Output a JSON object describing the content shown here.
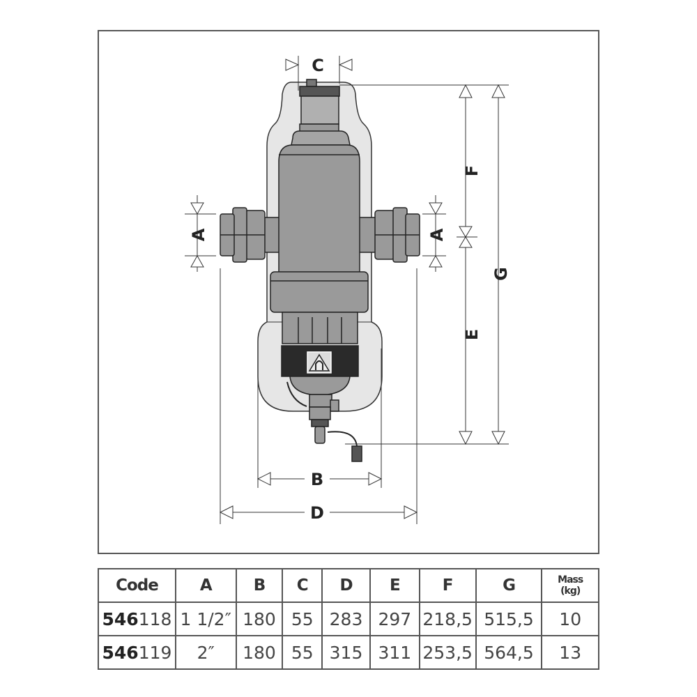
{
  "diagram": {
    "dimension_labels": {
      "A_left": "A",
      "A_right": "A",
      "B": "B",
      "C": "C",
      "D": "D",
      "E": "E",
      "F": "F",
      "G": "G"
    },
    "colors": {
      "body": "#9a9a9a",
      "insulation": "#e6e6e6",
      "ring": "#2a2a2a",
      "frame": "#555555"
    }
  },
  "table": {
    "headers": [
      "Code",
      "A",
      "B",
      "C",
      "D",
      "E",
      "F",
      "G"
    ],
    "mass_header": {
      "line1": "Mass",
      "line2": "(kg)"
    },
    "rows": [
      {
        "code_prefix": "546",
        "code_suffix": "118",
        "A": "1 1/2″",
        "B": "180",
        "C": "55",
        "D": "283",
        "E": "297",
        "F": "218,5",
        "G": "515,5",
        "mass": "10"
      },
      {
        "code_prefix": "546",
        "code_suffix": "119",
        "A": "2″",
        "B": "180",
        "C": "55",
        "D": "315",
        "E": "311",
        "F": "253,5",
        "G": "564,5",
        "mass": "13"
      }
    ]
  }
}
